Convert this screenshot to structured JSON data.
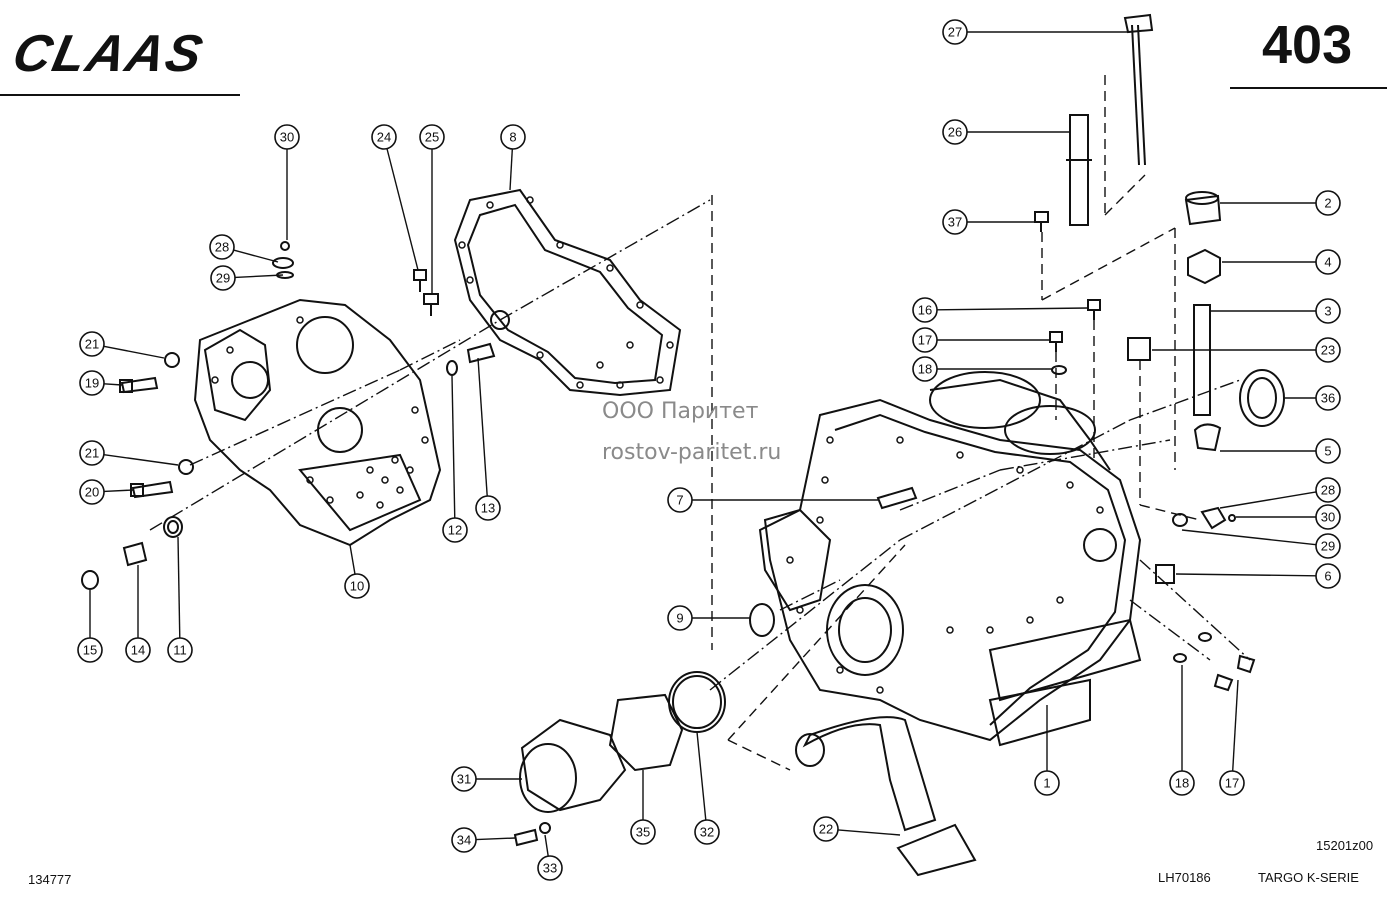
{
  "header": {
    "brand": "CLAAS",
    "page_number": "403"
  },
  "footer": {
    "left_code": "134777",
    "center_code": "LH70186",
    "right_title": "TARGO K-SERIE",
    "figure_code": "15201z00"
  },
  "watermark": {
    "line1": "ООО Паритет",
    "line2": "rostov-paritet.ru"
  },
  "callouts": [
    {
      "label": "30"
    },
    {
      "label": "24"
    },
    {
      "label": "25"
    },
    {
      "label": "8"
    },
    {
      "label": "28"
    },
    {
      "label": "29"
    },
    {
      "label": "21"
    },
    {
      "label": "19"
    },
    {
      "label": "21"
    },
    {
      "label": "20"
    },
    {
      "label": "15"
    },
    {
      "label": "14"
    },
    {
      "label": "11"
    },
    {
      "label": "10"
    },
    {
      "label": "12"
    },
    {
      "label": "13"
    },
    {
      "label": "27"
    },
    {
      "label": "26"
    },
    {
      "label": "37"
    },
    {
      "label": "2"
    },
    {
      "label": "4"
    },
    {
      "label": "3"
    },
    {
      "label": "16"
    },
    {
      "label": "17"
    },
    {
      "label": "23"
    },
    {
      "label": "18"
    },
    {
      "label": "36"
    },
    {
      "label": "5"
    },
    {
      "label": "7"
    },
    {
      "label": "28"
    },
    {
      "label": "30"
    },
    {
      "label": "29"
    },
    {
      "label": "6"
    },
    {
      "label": "9"
    },
    {
      "label": "1"
    },
    {
      "label": "18"
    },
    {
      "label": "17"
    },
    {
      "label": "31"
    },
    {
      "label": "35"
    },
    {
      "label": "32"
    },
    {
      "label": "22"
    },
    {
      "label": "34"
    },
    {
      "label": "33"
    }
  ]
}
